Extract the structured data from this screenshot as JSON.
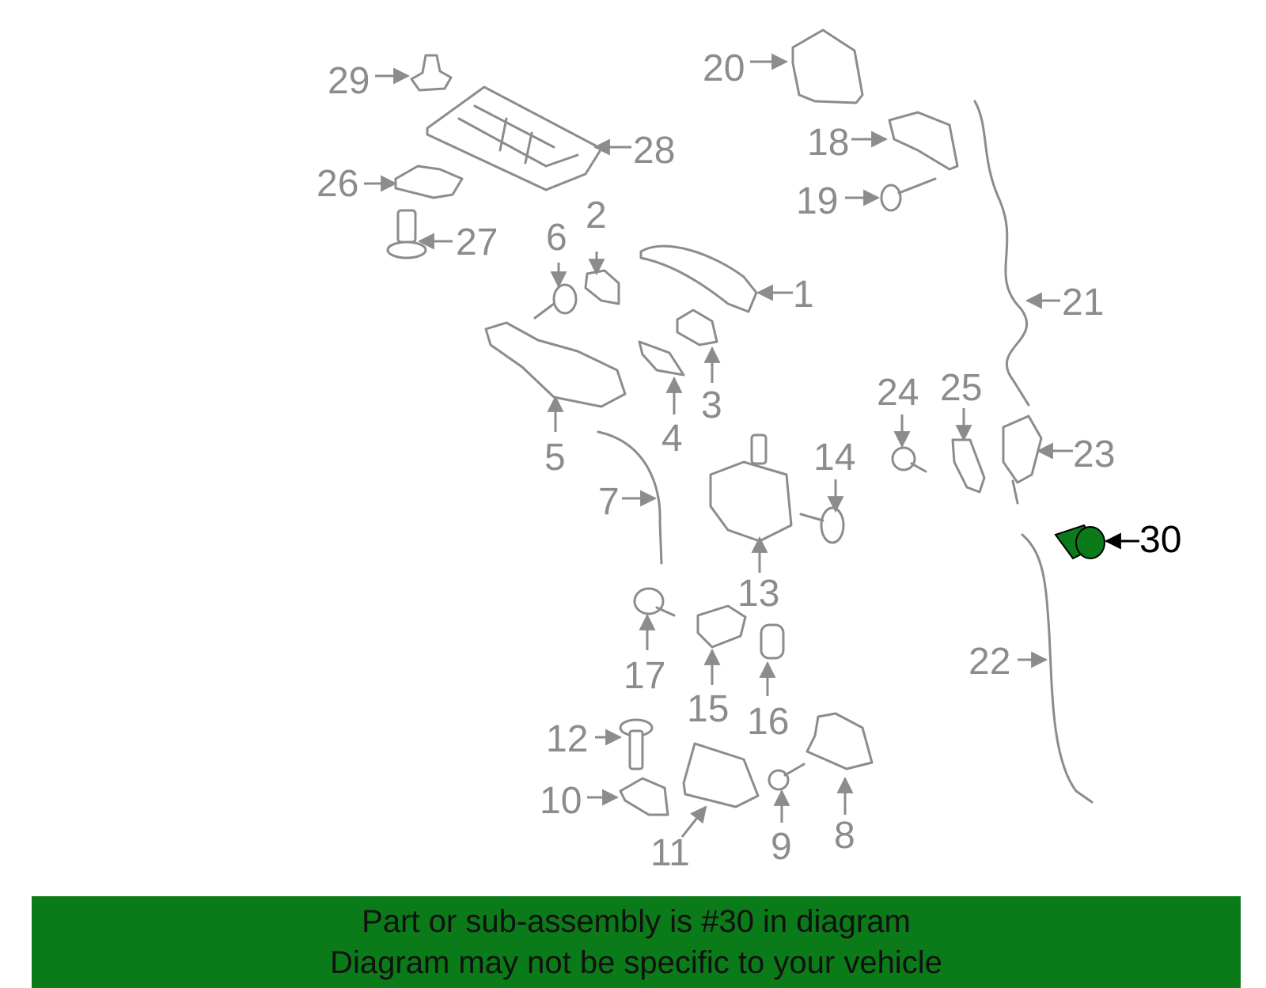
{
  "colors": {
    "part": "#8c8c8c",
    "highlight_fill": "#0b7a18",
    "highlight_label": "#000000",
    "banner_bg": "#0b7a18"
  },
  "callouts": [
    {
      "id": "1",
      "label": "1"
    },
    {
      "id": "2",
      "label": "2"
    },
    {
      "id": "3",
      "label": "3"
    },
    {
      "id": "4",
      "label": "4"
    },
    {
      "id": "5",
      "label": "5"
    },
    {
      "id": "6",
      "label": "6"
    },
    {
      "id": "7",
      "label": "7"
    },
    {
      "id": "8",
      "label": "8"
    },
    {
      "id": "9",
      "label": "9"
    },
    {
      "id": "10",
      "label": "10"
    },
    {
      "id": "11",
      "label": "11"
    },
    {
      "id": "12",
      "label": "12"
    },
    {
      "id": "13",
      "label": "13"
    },
    {
      "id": "14",
      "label": "14"
    },
    {
      "id": "15",
      "label": "15"
    },
    {
      "id": "16",
      "label": "16"
    },
    {
      "id": "17",
      "label": "17"
    },
    {
      "id": "18",
      "label": "18"
    },
    {
      "id": "19",
      "label": "19"
    },
    {
      "id": "20",
      "label": "20"
    },
    {
      "id": "21",
      "label": "21"
    },
    {
      "id": "22",
      "label": "22"
    },
    {
      "id": "23",
      "label": "23"
    },
    {
      "id": "24",
      "label": "24"
    },
    {
      "id": "25",
      "label": "25"
    },
    {
      "id": "26",
      "label": "26"
    },
    {
      "id": "27",
      "label": "27"
    },
    {
      "id": "28",
      "label": "28"
    },
    {
      "id": "29",
      "label": "29"
    },
    {
      "id": "30",
      "label": "30",
      "highlighted": true
    }
  ],
  "banner": {
    "line1": "Part or sub-assembly is #30 in diagram",
    "line2": "Diagram may not be specific to your vehicle"
  }
}
